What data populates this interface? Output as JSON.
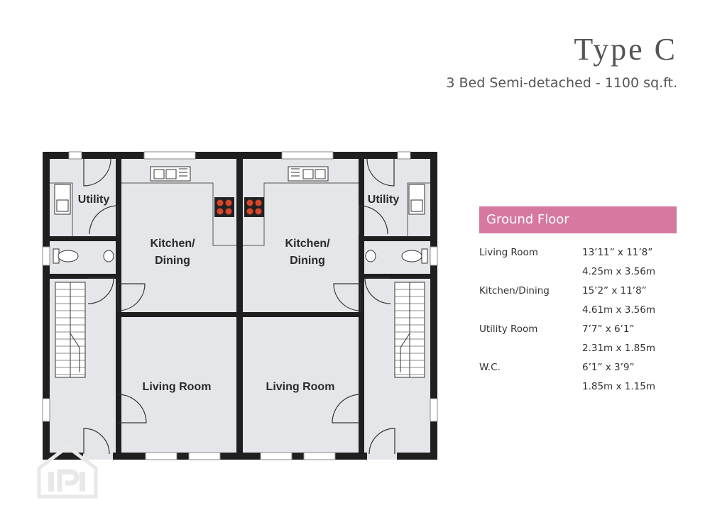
{
  "header": {
    "title": "Type C",
    "subtitle": "3 Bed Semi-detached - 1100 sq.ft."
  },
  "panel": {
    "heading": "Ground Floor",
    "rows": [
      {
        "name": "Living Room",
        "value": "13’11” x 11’8”"
      },
      {
        "name": "",
        "value": "4.25m x 3.56m"
      },
      {
        "name": "Kitchen/Dining",
        "value": "15’2” x 11’8”"
      },
      {
        "name": "",
        "value": "4.61m x 3.56m"
      },
      {
        "name": "Utility Room",
        "value": "7’7” x 6’1”"
      },
      {
        "name": "",
        "value": "2.31m x 1.85m"
      },
      {
        "name": "W.C.",
        "value": "6’1” x 3’9”"
      },
      {
        "name": "",
        "value": "1.85m x 1.15m"
      }
    ]
  },
  "plan": {
    "left": {
      "utility": "Utility",
      "kitchen_line1": "Kitchen/",
      "kitchen_line2": "Dining",
      "living": "Living Room"
    },
    "right": {
      "utility": "Utility",
      "kitchen_line1": "Kitchen/",
      "kitchen_line2": "Dining",
      "living": "Living Room"
    }
  },
  "colors": {
    "wall": "#1f1f1f",
    "floor": "#e4e6ea",
    "accent": "#d6789f",
    "hob": "#d9452b"
  }
}
